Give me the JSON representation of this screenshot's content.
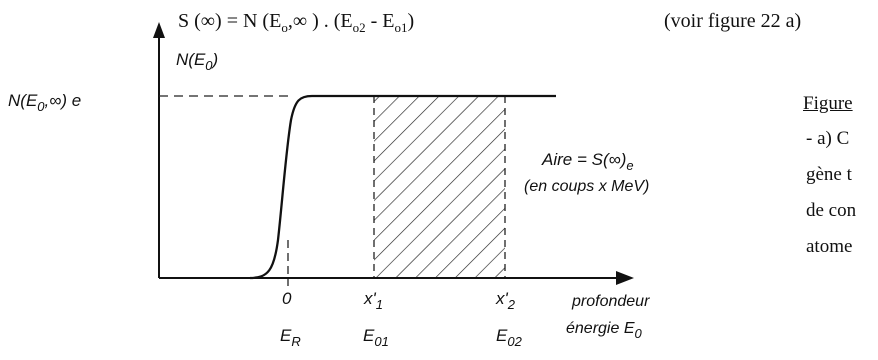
{
  "formula": {
    "lhs": "S (∞) = N (E",
    "sub_o": "o",
    "mid": ",∞ ) . (E",
    "sub_o2": "o2",
    "minus": " - E",
    "sub_o1": "o1",
    "close": ")"
  },
  "reference": "(voir figure 22 a)",
  "y_axis_label": {
    "main": "N(E",
    "sub": "0",
    "end": ")"
  },
  "level_label": {
    "main": "N(E",
    "sub": "0",
    "mid": ",∞) e"
  },
  "area_label": {
    "line1_main": "Aire = S(∞)",
    "line1_sub": "e",
    "line2": "(en coups x MeV)"
  },
  "x_ticks": {
    "zero": "0",
    "x1_main": "x'",
    "x1_sub": "1",
    "x2_main": "x'",
    "x2_sub": "2"
  },
  "x_axis_label": {
    "line1": "profondeur",
    "line2": "énergie E",
    "line2_sub": "0"
  },
  "energy_ticks": {
    "er_main": "E",
    "er_sub": "R",
    "e01_main": "E",
    "e01_sub": "01",
    "e02_main": "E",
    "e02_sub": "02"
  },
  "side_text": {
    "heading": "Figure",
    "line1": "- a) C",
    "line2": "gène t",
    "line3": "de con",
    "line4": "atome"
  }
}
